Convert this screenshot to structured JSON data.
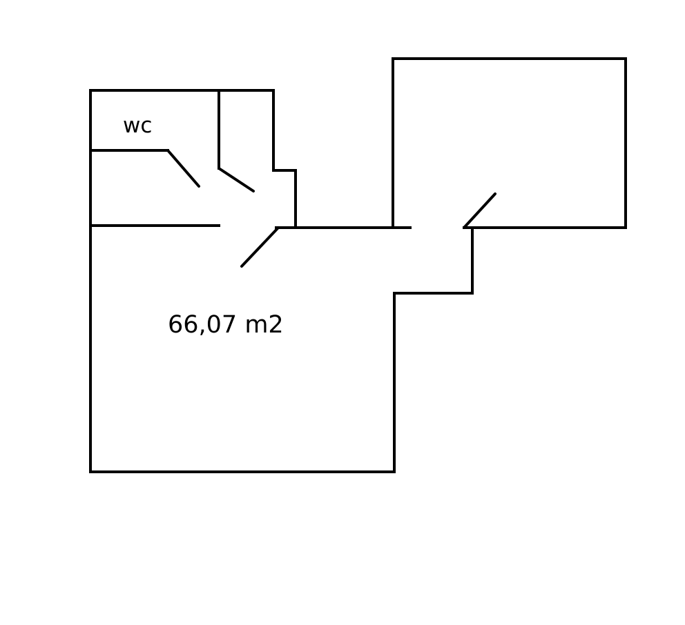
{
  "diagram": {
    "type": "floor-plan-sketch",
    "background": "#ffffff",
    "line_color": "#000000",
    "labels": {
      "wc": "wc",
      "area": "66,07 m2"
    }
  }
}
